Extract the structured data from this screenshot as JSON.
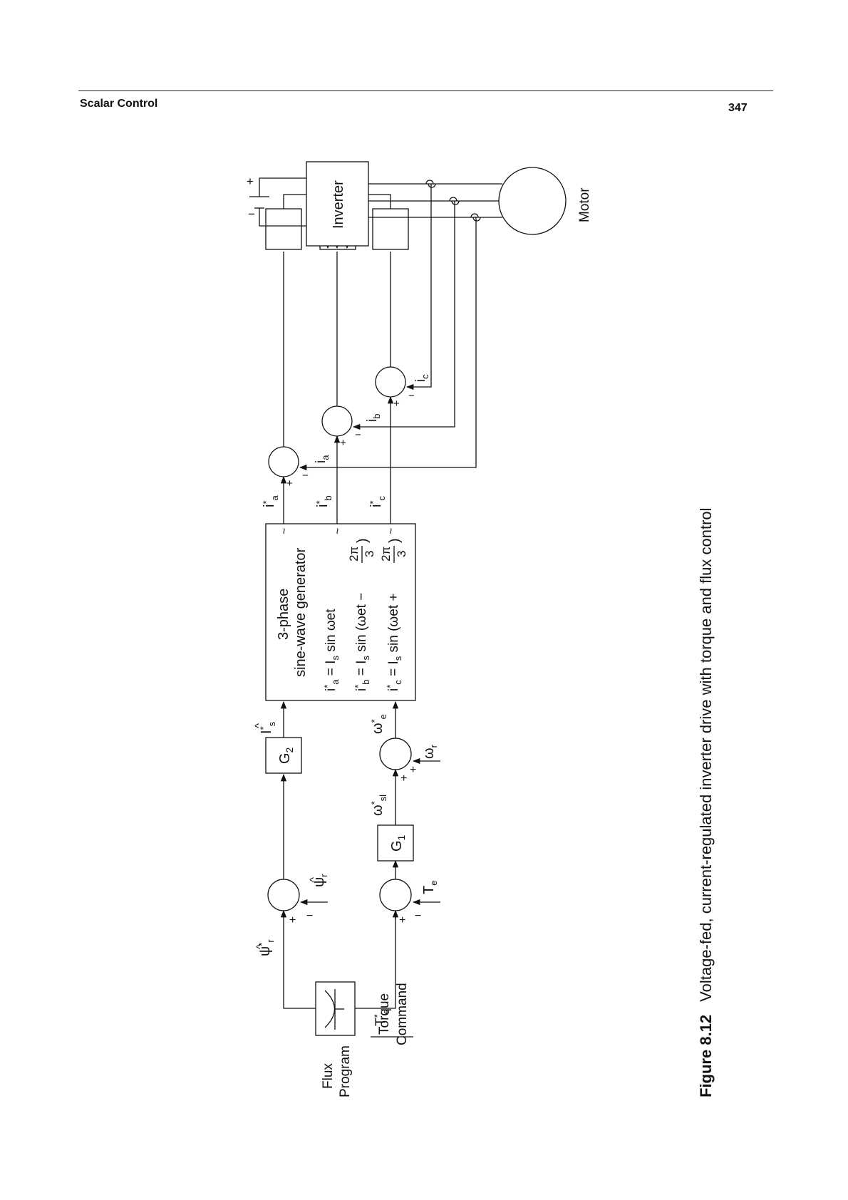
{
  "header": {
    "section": "Scalar Control",
    "page_number": "347"
  },
  "caption": {
    "label": "Figure 8.12",
    "text": "Voltage-fed, current-regulated inverter drive with torque and flux control"
  },
  "diagram": {
    "flux_program": [
      "Flux",
      "Program"
    ],
    "torque_command": [
      "Torque",
      "Command"
    ],
    "torque_ref": "T",
    "flux_ref": "ψ",
    "flux_fb": "ψ",
    "torque_fb": "T",
    "torque_fb_sub": "e",
    "g1": "G",
    "g1_sub": "1",
    "g2": "G",
    "g2_sub": "2",
    "slip_ref": "ω",
    "slip_ref_sub": "sl",
    "rotor_speed": "ω",
    "rotor_speed_sub": "r",
    "sync_ref": "ω",
    "sync_ref_sub": "e",
    "is_ref": "I",
    "is_ref_sub": "s",
    "generator_title": [
      "3-phase",
      "sine-wave generator"
    ],
    "eq_a": "sin ωet",
    "eq_b": "sin (ωet −",
    "eq_c": "sin (ωet +",
    "frac_num": "2π",
    "frac_den": "3",
    "phase_refs": [
      "a",
      "b",
      "c"
    ],
    "inverter": "Inverter",
    "motor": "Motor",
    "dc_plus": "+",
    "dc_minus": "−"
  }
}
